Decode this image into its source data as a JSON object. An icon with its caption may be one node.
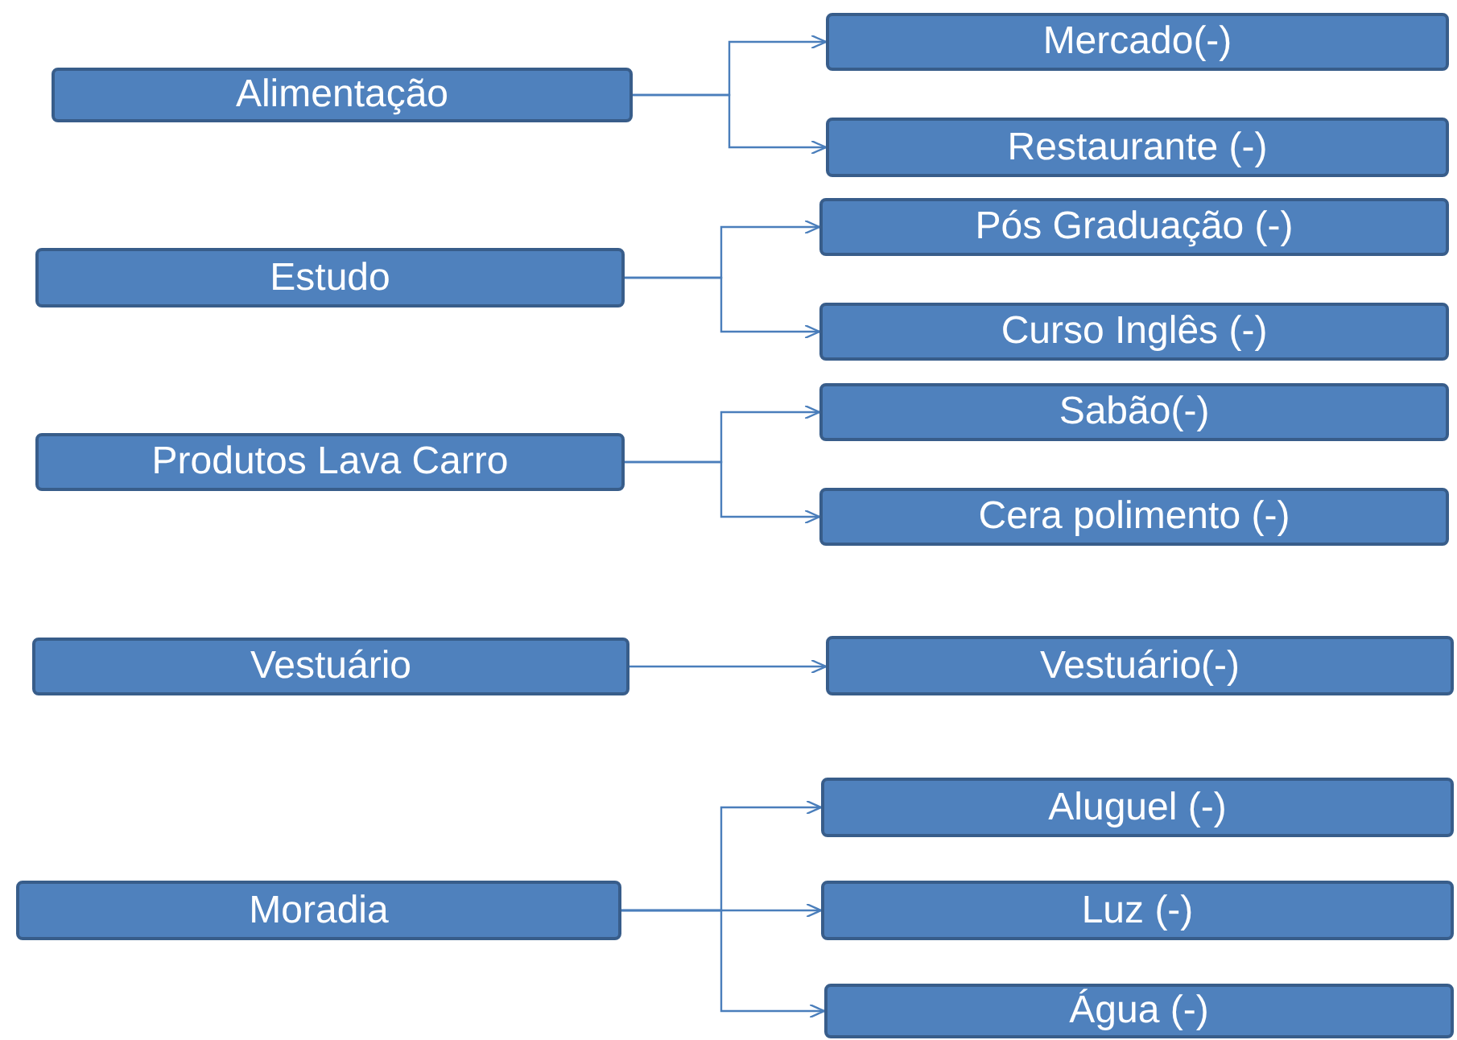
{
  "diagram": {
    "nodes": [
      {
        "text": [
          "Alimentação"
        ]
      },
      {
        "text": [
          "Mercado(-)"
        ]
      },
      {
        "text": [
          "Restaurante (-)"
        ]
      },
      {
        "text": [
          "Estudo"
        ]
      },
      {
        "text": [
          "Pós Graduação (-)"
        ]
      },
      {
        "text": [
          "Curso Inglês (-)"
        ]
      },
      {
        "text": [
          "Produtos Lava Carro"
        ]
      },
      {
        "text": [
          "Sabão(-)"
        ]
      },
      {
        "text": [
          "Cera polimento (-)"
        ]
      },
      {
        "text": [
          "Vestuário"
        ]
      },
      {
        "text": [
          "Vestuário(-)"
        ]
      },
      {
        "text": [
          "Moradia"
        ]
      },
      {
        "text": [
          "Aluguel (-)"
        ]
      },
      {
        "text": [
          "Luz (-)"
        ]
      },
      {
        "text": [
          "Água (-)"
        ]
      }
    ],
    "edges": [
      {
        "from": 0,
        "to": 1,
        "arrow": "to"
      },
      {
        "from": 0,
        "to": 2,
        "arrow": "to"
      },
      {
        "from": 3,
        "to": 4,
        "arrow": "to"
      },
      {
        "from": 3,
        "to": 5,
        "arrow": "to"
      },
      {
        "from": 6,
        "to": 7,
        "arrow": "to"
      },
      {
        "from": 6,
        "to": 8,
        "arrow": "to"
      },
      {
        "from": 9,
        "to": 10,
        "arrow": "to"
      },
      {
        "from": 11,
        "to": 12,
        "arrow": "to"
      },
      {
        "from": 11,
        "to": 13,
        "arrow": "to"
      },
      {
        "from": 11,
        "to": 14,
        "arrow": "to"
      }
    ]
  }
}
